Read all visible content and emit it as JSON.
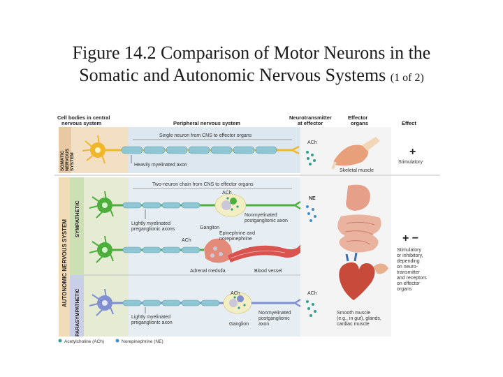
{
  "title": {
    "line1": "Figure 14.2 Comparison of Motor Neurons in the",
    "line2": "Somatic and Autonomic Nervous Systems",
    "suffix": "(1 of 2)"
  },
  "headers": {
    "cell_bodies_1": "Cell bodies in central",
    "cell_bodies_2": "nervous system",
    "peripheral": "Peripheral nervous system",
    "nt_1": "Neurotransmitter",
    "nt_2": "at effector",
    "effector_1": "Effector",
    "effector_2": "organs",
    "effect": "Effect"
  },
  "side_labels": {
    "somatic_1": "SOMATIC",
    "somatic_2": "NERVOUS",
    "somatic_3": "SYSTEM",
    "autonomic": "AUTONOMIC NERVOUS SYSTEM",
    "sympathetic": "SYMPATHETIC",
    "parasympathetic": "PARASYMPATHETIC"
  },
  "somatic": {
    "chain": "Single neuron from CNS to effector organs",
    "axon": "Heavily myelinated axon",
    "nt": "ACh",
    "organ": "Skeletal muscle",
    "sign": "+",
    "effect": "Stimulatory"
  },
  "autonomic": {
    "chain": "Two-neuron chain from CNS to effector organs",
    "sym_ach": "ACh",
    "nt_ne": "NE",
    "nonmyel_1": "Nonmyelinated",
    "nonmyel_2": "postganglionic axon",
    "light_1": "Lightly myelinated",
    "light_2": "preganglionic axons",
    "ganglion": "Ganglion",
    "epi_1": "Epinephrine and",
    "epi_2": "norepinephrine",
    "adrenal_ach": "ACh",
    "adrenal": "Adrenal medulla",
    "blood": "Blood vessel",
    "para_ach": "ACh",
    "para_nt": "ACh",
    "para_light_1": "Lightly myelinated",
    "para_light_2": "preganglionic axon",
    "para_ganglion": "Ganglion",
    "para_nonmyel_1": "Nonmyelinated",
    "para_nonmyel_2": "postganglionic",
    "para_nonmyel_3": "axon",
    "sign": "+ −",
    "effect_lines": [
      "Stimulatory",
      "or inhibitory,",
      "depending",
      "on neuro-",
      "transmitter",
      "and receptors",
      "on effector",
      "organs"
    ],
    "smooth_1": "Smooth muscle",
    "smooth_2": "(e.g., in gut), glands,",
    "smooth_3": "cardiac muscle"
  },
  "legend": {
    "ach": "Acetylcholine (ACh)",
    "ne": "Norepinephrine (NE)"
  },
  "colors": {
    "somatic_neuron": "#f0b72a",
    "sympathetic_neuron": "#4caf3c",
    "parasympathetic_neuron": "#7f8fd0",
    "myelin": "#8ec7d3",
    "ach_dot": "#2f9f8f",
    "ne_dot": "#3f8fc9"
  }
}
